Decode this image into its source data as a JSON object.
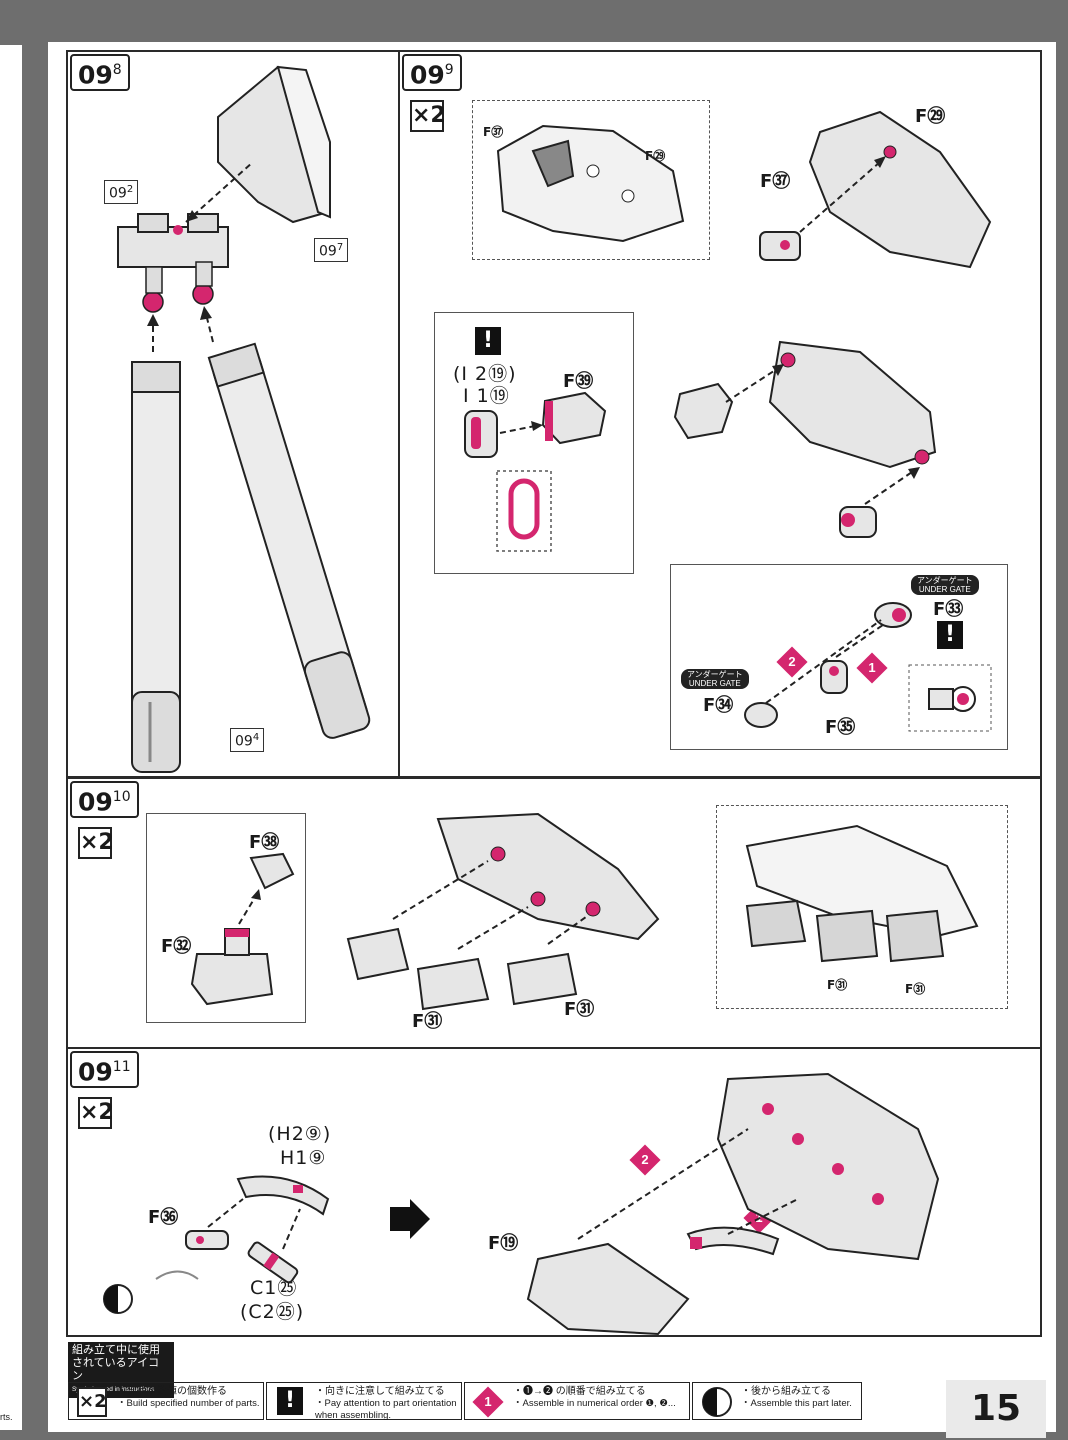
{
  "steps": {
    "s08": {
      "label": "09",
      "sub": "8",
      "refs": {
        "a": {
          "main": "09",
          "sub": "2"
        },
        "b": {
          "main": "09",
          "sub": "7"
        },
        "c": {
          "main": "09",
          "sub": "4"
        }
      }
    },
    "s09": {
      "label": "09",
      "sub": "9",
      "multiplier": "×2",
      "top_parts": {
        "f37_small": "F㊲",
        "f29_small": "F㉙",
        "f37": "F㊲",
        "f29": "F㉙"
      },
      "inset_parts": {
        "i2_alt": "(I 2⑲)",
        "i1": "I 1⑲",
        "f39": "F㊴"
      },
      "under_gate_1": "アンダーゲート\nUNDER GATE",
      "under_gate_2": "アンダーゲート\nUNDER GATE",
      "f33": "F㉝",
      "f34": "F㉞",
      "f35": "F㉟",
      "num_1": "1",
      "num_2": "2",
      "excl": "!"
    },
    "s10": {
      "label": "09",
      "sub": "10",
      "multiplier": "×2",
      "f38": "F㊳",
      "f32": "F㉜",
      "f31_a": "F㉛",
      "f31_b": "F㉛",
      "f31_c": "F㉛",
      "f31_d": "F㉛"
    },
    "s11": {
      "label": "09",
      "sub": "11",
      "multiplier": "×2",
      "h2_alt": "(H2⑨)",
      "h1": "H1⑨",
      "f36": "F㊱",
      "c1": "C1㉕",
      "c2_alt": "(C2㉕)",
      "f19": "F⑲",
      "num_1": "1",
      "num_2": "2"
    }
  },
  "legend": {
    "title_jp": "組み立て中に使用\nされているアイコン",
    "title_en": "Symbols used in instructions",
    "items": [
      {
        "icon": "×2",
        "jp": "・部品を数値の個数作る",
        "en": "・Build specified number of parts."
      },
      {
        "icon": "!",
        "jp": "・向きに注意して組み立てる",
        "en": "・Pay attention to part orientation\n  when assembling."
      },
      {
        "icon": "1",
        "jp": "・❶→❷ の順番で組み立てる",
        "en": "・Assemble in numerical order ❶, ❷..."
      },
      {
        "icon": "back",
        "jp": "・後から組み立てる",
        "en": "・Assemble this part later."
      }
    ]
  },
  "page_number": "15",
  "prev_page_fragment": "rts.",
  "colors": {
    "accent": "#d4266e",
    "part_fill": "#e8e8e8",
    "outline": "#2a2a2a"
  }
}
